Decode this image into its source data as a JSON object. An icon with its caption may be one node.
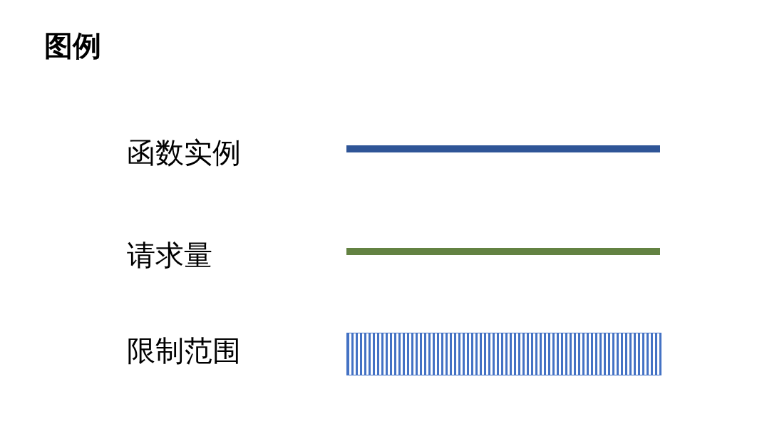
{
  "diagram": {
    "title": "图例",
    "legend": [
      {
        "text": "函数实例"
      },
      {
        "text": "请求量"
      },
      {
        "text": "限制范围"
      }
    ]
  }
}
